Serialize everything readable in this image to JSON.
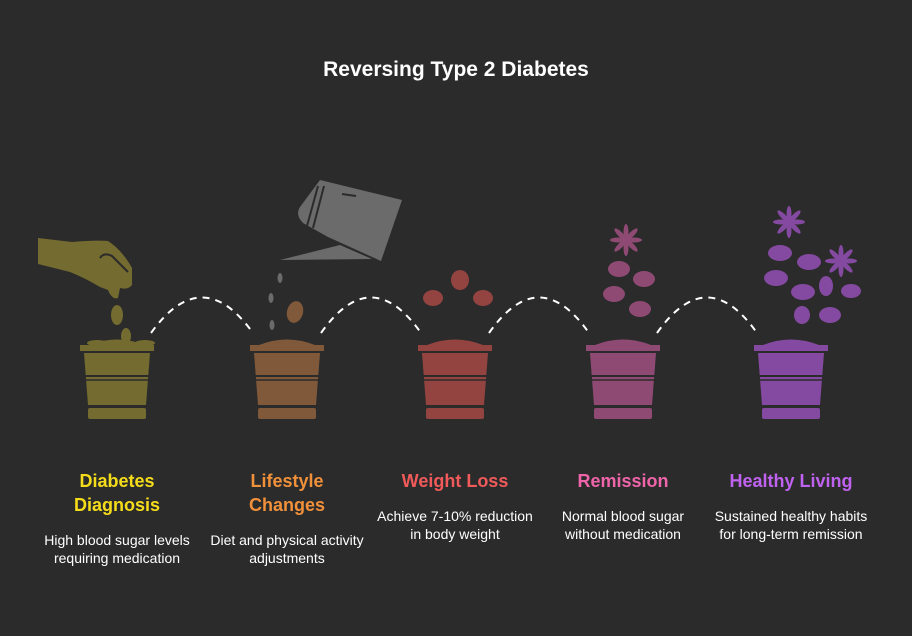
{
  "title": "Reversing Type 2 Diabetes",
  "stages": [
    {
      "title": "Diabetes Diagnosis",
      "title_lines": [
        "Diabetes",
        "Diagnosis"
      ],
      "description": "High blood sugar levels requiring medication",
      "label_color": "#f5dc1a",
      "pot_color": "#736b2f",
      "icon": "hand-planting-seeds-icon"
    },
    {
      "title": "Lifestyle Changes",
      "title_lines": [
        "Lifestyle",
        "Changes"
      ],
      "description": "Diet and physical activity adjustments",
      "label_color": "#f0903a",
      "pot_color": "#80593a",
      "icon": "watering-can-icon"
    },
    {
      "title": "Weight Loss",
      "title_lines": [
        "Weight Loss"
      ],
      "description": "Achieve 7-10% reduction in body weight",
      "label_color": "#f05a5a",
      "pot_color": "#944440",
      "icon": "leaves-icon"
    },
    {
      "title": "Remission",
      "title_lines": [
        "Remission"
      ],
      "description": "Normal blood sugar without medication",
      "label_color": "#f064aa",
      "pot_color": "#8f4a74",
      "icon": "flower-leaves-icon"
    },
    {
      "title": "Healthy Living",
      "title_lines": [
        "Healthy Living"
      ],
      "description": "Sustained healthy habits for long-term remission",
      "label_color": "#c062f0",
      "pot_color": "#8449a0",
      "icon": "blooming-plant-icon"
    }
  ]
}
